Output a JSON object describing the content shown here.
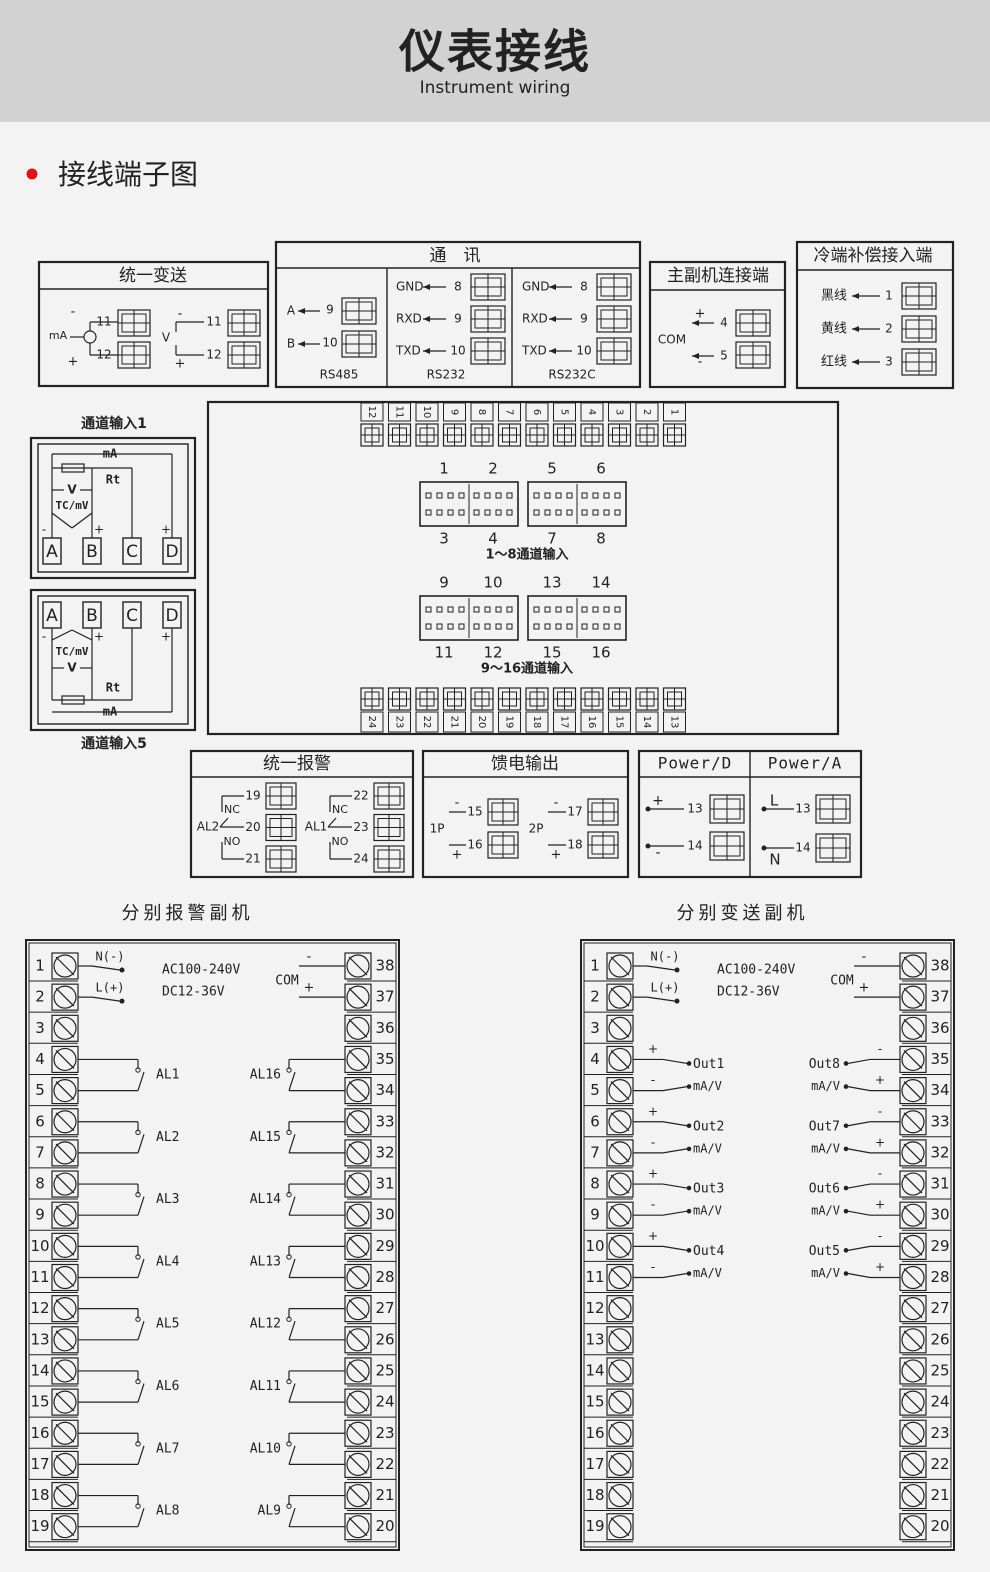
{
  "header": {
    "title": "仪表接线",
    "subtitle": "Instrument wiring"
  },
  "section": {
    "title": "接线端子图"
  },
  "colors": {
    "bullet": "#d9141b",
    "header_bg": "#d2d2d2",
    "page_bg": "#f3f3f3",
    "line": "#222222"
  },
  "unified_transmit": {
    "title": "统一变送",
    "ma": "mA",
    "v": "V",
    "minus": "-",
    "plus": "+",
    "terms": [
      "11",
      "12"
    ]
  },
  "comm": {
    "title": "通　讯",
    "rs485": {
      "label": "RS485",
      "signals": [
        "A",
        "B"
      ],
      "terms": [
        "9",
        "10"
      ]
    },
    "rs232": {
      "label": "RS232",
      "signals": [
        "GND",
        "RXD",
        "TXD"
      ],
      "terms": [
        "8",
        "9",
        "10"
      ]
    },
    "rs232c": {
      "label": "RS232C",
      "signals": [
        "GND",
        "RXD",
        "TXD"
      ],
      "terms": [
        "8",
        "9",
        "10"
      ]
    }
  },
  "master_slave": {
    "title": "主副机连接端",
    "com": "COM",
    "plus": "+",
    "minus": "-",
    "terms": [
      "4",
      "5"
    ]
  },
  "cold_junction": {
    "title": "冷端补偿接入端",
    "wires": [
      "黑线",
      "黄线",
      "红线"
    ],
    "terms": [
      "1",
      "2",
      "3"
    ]
  },
  "channel1": {
    "title": "通道输入1",
    "ma": "mA",
    "rt": "Rt",
    "v": "V",
    "tcmv": "TC/mV",
    "minus": "-",
    "plus": "+",
    "terms": [
      "A",
      "B",
      "C",
      "D"
    ]
  },
  "channel5": {
    "title": "通道输入5",
    "ma": "mA",
    "rt": "Rt",
    "v": "V",
    "tcmv": "TC/mV",
    "minus": "-",
    "plus": "+",
    "terms": [
      "A",
      "B",
      "C",
      "D"
    ]
  },
  "panel": {
    "top_terms": [
      "12",
      "11",
      "10",
      "9",
      "8",
      "7",
      "6",
      "5",
      "4",
      "3",
      "2",
      "1"
    ],
    "bottom_terms": [
      "24",
      "23",
      "22",
      "21",
      "20",
      "19",
      "18",
      "17",
      "16",
      "15",
      "14",
      "13"
    ],
    "group1": {
      "top_labels": [
        "1",
        "2",
        "5",
        "6"
      ],
      "bottom_labels": [
        "3",
        "4",
        "7",
        "8"
      ],
      "caption": "1～8通道输入"
    },
    "group2": {
      "top_labels": [
        "9",
        "10",
        "13",
        "14"
      ],
      "bottom_labels": [
        "11",
        "12",
        "15",
        "16"
      ],
      "caption": "9～16通道输入"
    }
  },
  "alarm": {
    "title": "统一报警",
    "al2": {
      "label": "AL2",
      "nc": "NC",
      "no": "NO",
      "terms": [
        "19",
        "20",
        "21"
      ]
    },
    "al1": {
      "label": "AL1",
      "nc": "NC",
      "no": "NO",
      "terms": [
        "22",
        "23",
        "24"
      ]
    }
  },
  "feed": {
    "title": "馈电输出",
    "p1": {
      "label": "1P",
      "terms": [
        "15",
        "16"
      ]
    },
    "p2": {
      "label": "2P",
      "terms": [
        "17",
        "18"
      ]
    },
    "minus": "-",
    "plus": "+"
  },
  "power_d": {
    "title": "Power/D",
    "plus": "+",
    "minus": "-",
    "terms": [
      "13",
      "14"
    ]
  },
  "power_a": {
    "title": "Power/A",
    "l": "L",
    "n": "N",
    "terms": [
      "13",
      "14"
    ]
  },
  "left_board": {
    "title": "分别报警副机",
    "n_label": "N(-)",
    "l_label": "L(+)",
    "ac": "AC100-240V",
    "dc": "DC12-36V",
    "com": "COM",
    "minus": "-",
    "plus": "+",
    "left_terms": [
      "1",
      "2",
      "3",
      "4",
      "5",
      "6",
      "7",
      "8",
      "9",
      "10",
      "11",
      "12",
      "13",
      "14",
      "15",
      "16",
      "17",
      "18",
      "19"
    ],
    "right_terms": [
      "38",
      "37",
      "36",
      "35",
      "34",
      "33",
      "32",
      "31",
      "30",
      "29",
      "28",
      "27",
      "26",
      "25",
      "24",
      "23",
      "22",
      "21",
      "20"
    ],
    "left_alarms": [
      "AL1",
      "AL2",
      "AL3",
      "AL4",
      "AL5",
      "AL6",
      "AL7",
      "AL8"
    ],
    "right_alarms": [
      "AL16",
      "AL15",
      "AL14",
      "AL13",
      "AL12",
      "AL11",
      "AL10",
      "AL9"
    ]
  },
  "right_board": {
    "title": "分别变送副机",
    "n_label": "N(-)",
    "l_label": "L(+)",
    "ac": "AC100-240V",
    "dc": "DC12-36V",
    "com": "COM",
    "minus": "-",
    "plus": "+",
    "ma_v": "mA/V",
    "left_terms": [
      "1",
      "2",
      "3",
      "4",
      "5",
      "6",
      "7",
      "8",
      "9",
      "10",
      "11",
      "12",
      "13",
      "14",
      "15",
      "16",
      "17",
      "18",
      "19"
    ],
    "right_terms": [
      "38",
      "37",
      "36",
      "35",
      "34",
      "33",
      "32",
      "31",
      "30",
      "29",
      "28",
      "27",
      "26",
      "25",
      "24",
      "23",
      "22",
      "21",
      "20"
    ],
    "left_outs": [
      "Out1",
      "Out2",
      "Out3",
      "Out4"
    ],
    "right_outs": [
      "Out8",
      "Out7",
      "Out6",
      "Out5"
    ]
  }
}
